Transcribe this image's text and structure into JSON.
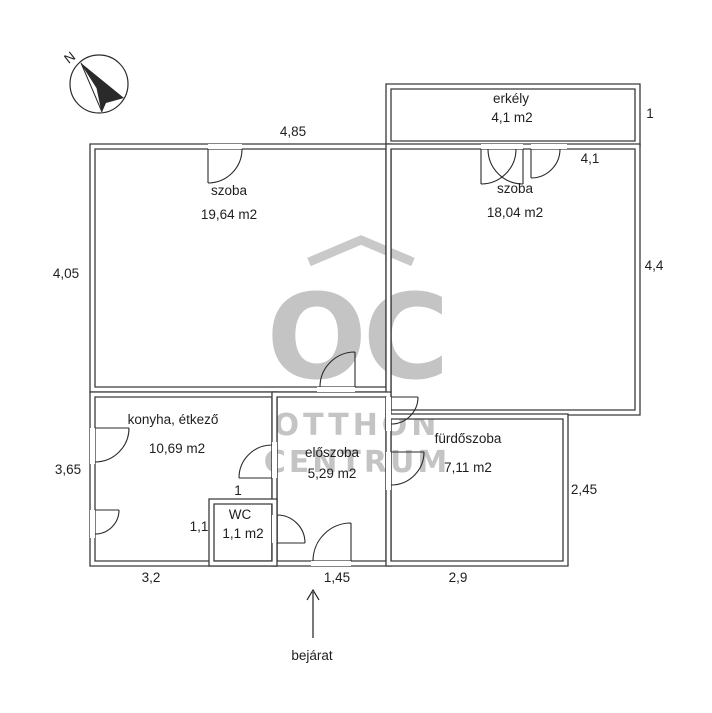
{
  "rooms": {
    "balcony": {
      "name": "erkély",
      "area": "4,1 m2"
    },
    "room_left": {
      "name": "szoba",
      "area": "19,64 m2"
    },
    "room_right": {
      "name": "szoba",
      "area": "18,04 m2"
    },
    "kitchen": {
      "name": "konyha, étkező",
      "area": "10,69 m2"
    },
    "hall": {
      "name": "előszoba",
      "area": "5,29 m2"
    },
    "bathroom": {
      "name": "fürdőszoba",
      "area": "7,11 m2"
    },
    "wc": {
      "name": "WC",
      "area": "1,1 m2"
    }
  },
  "dimensions": {
    "top_left_width": "4,85",
    "balcony_depth": "1",
    "right_room_width": "4,1",
    "right_room_height": "4,4",
    "left_room_height": "4,05",
    "kitchen_height": "3,65",
    "kitchen_width": "3,2",
    "wc_width": "1",
    "wc_height": "1,1",
    "entrance_width": "1,45",
    "bathroom_width": "2,9",
    "bathroom_height": "2,45"
  },
  "entrance": {
    "label": "bejárat"
  },
  "compass": {
    "letter": "N"
  },
  "watermark": {
    "logo": "OC",
    "line1": "OTTHON",
    "line2": "CENTRUM"
  }
}
